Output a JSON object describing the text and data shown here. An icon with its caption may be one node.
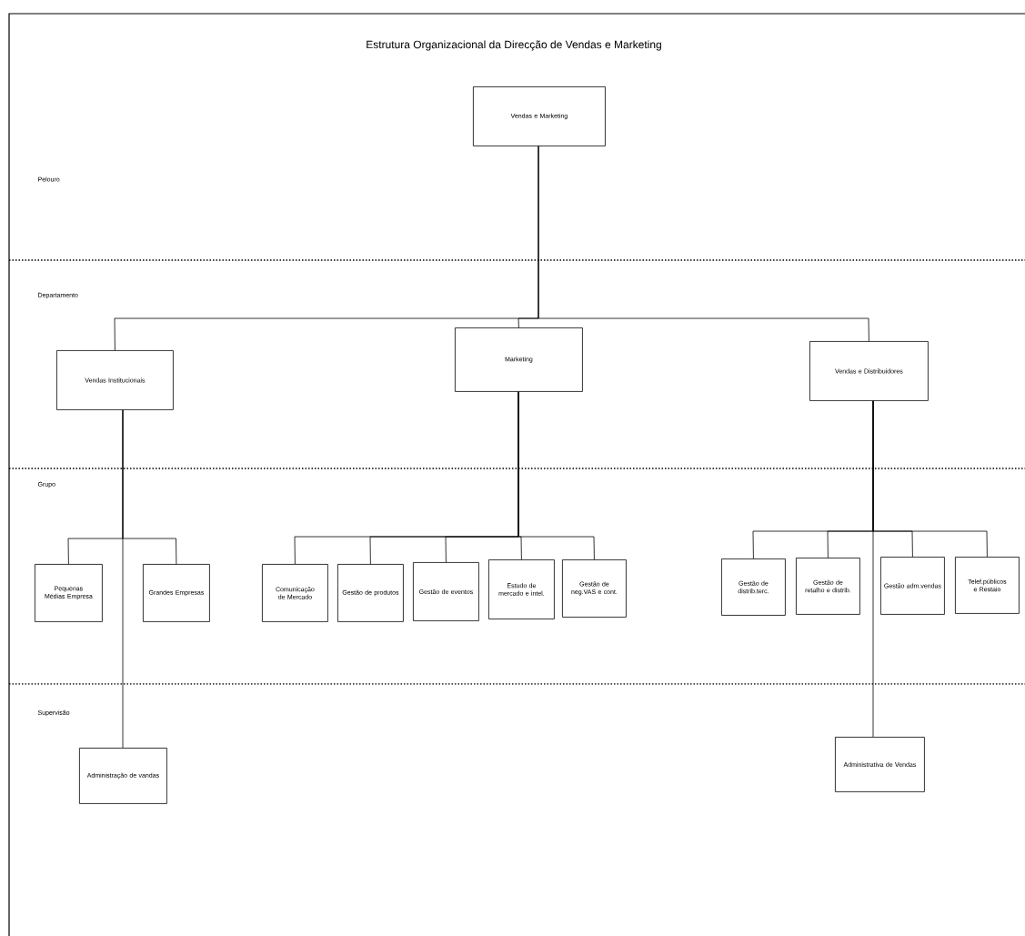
{
  "diagram": {
    "title": "Estrutura Organizacional da Direcção de Vendas e Marketing",
    "nodes": [
      {
        "text": [
          "Vendas e Marketing"
        ]
      },
      {
        "text": [
          "Vendas Institucionais"
        ]
      },
      {
        "text": [
          "Marketing"
        ]
      },
      {
        "text": [
          "Vendas e Distribuidores"
        ]
      },
      {
        "text": [
          "Pequenas Médias Empresa"
        ]
      },
      {
        "text": [
          "Grandes Empresas"
        ]
      },
      {
        "text": [
          "Comunicação de Mercado"
        ]
      },
      {
        "text": [
          "Gestão de produtos"
        ]
      },
      {
        "text": [
          "Gestão de eventos"
        ]
      },
      {
        "text": [
          "Estudo de mercado e intel."
        ]
      },
      {
        "text": [
          "Gestão de neg.VAS e cont."
        ]
      },
      {
        "text": [
          "Gestão de distrib.terc."
        ]
      },
      {
        "text": [
          "Gestão de retalho e distrib."
        ]
      },
      {
        "text": [
          "Gestão adm.vendas"
        ]
      },
      {
        "text": [
          "Telef.públicos e Restaio"
        ]
      },
      {
        "text": [
          "Administração de vandas"
        ]
      },
      {
        "text": [
          "Administrativa de Vendas"
        ]
      }
    ],
    "edges": [
      {
        "from": 0,
        "to": 1,
        "arrow": "none"
      },
      {
        "from": 0,
        "to": 2,
        "arrow": "none"
      },
      {
        "from": 0,
        "to": 3,
        "arrow": "none"
      },
      {
        "from": 1,
        "to": 4,
        "arrow": "none"
      },
      {
        "from": 1,
        "to": 5,
        "arrow": "none"
      },
      {
        "from": 1,
        "to": 15,
        "arrow": "none"
      },
      {
        "from": 2,
        "to": 6,
        "arrow": "none"
      },
      {
        "from": 2,
        "to": 7,
        "arrow": "none"
      },
      {
        "from": 2,
        "to": 8,
        "arrow": "none"
      },
      {
        "from": 2,
        "to": 9,
        "arrow": "none"
      },
      {
        "from": 2,
        "to": 10,
        "arrow": "none"
      },
      {
        "from": 3,
        "to": 11,
        "arrow": "none"
      },
      {
        "from": 3,
        "to": 12,
        "arrow": "none"
      },
      {
        "from": 3,
        "to": 13,
        "arrow": "none"
      },
      {
        "from": 3,
        "to": 14,
        "arrow": "none"
      },
      {
        "from": 3,
        "to": 16,
        "arrow": "none"
      }
    ],
    "labels": [
      "Pelouro",
      "Departamento",
      "Grupo",
      "Supervisão"
    ]
  }
}
